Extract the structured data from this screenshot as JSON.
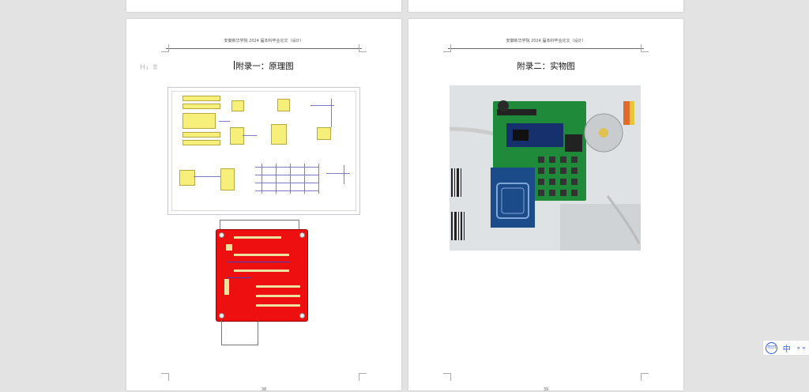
{
  "pages": [
    {
      "header": "安徽新华学院 2024 届本科毕业论文（设计）",
      "title": "附录一：原理图",
      "page_number": "38"
    },
    {
      "header": "安徽新华学院 2024 届本科毕业论文（设计）",
      "title": "附录二：实物图",
      "page_number": "39"
    }
  ],
  "heading_control": {
    "label": "H₁",
    "handle": "⠿"
  },
  "tray": {
    "lang_label": "中",
    "badge_text": "ΠΞΠ",
    "settings": "⚬⚬"
  }
}
